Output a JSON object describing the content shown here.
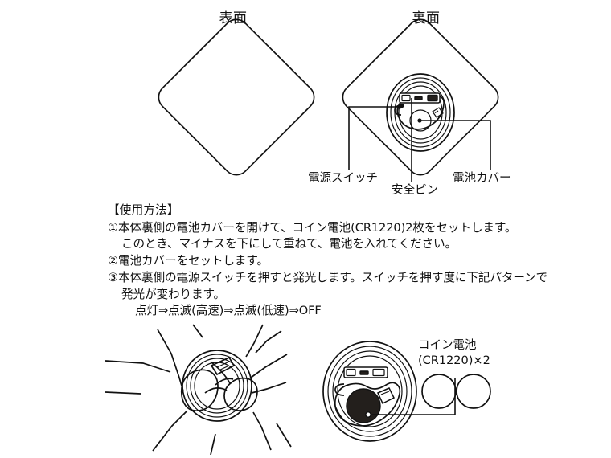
{
  "document": {
    "language": "ja",
    "kind": "product-instruction-sheet"
  },
  "top_section": {
    "front_heading": "表面",
    "back_heading": "裏面",
    "callouts": {
      "power_switch": "電源スイッチ",
      "safety_pin": "安全ピン",
      "battery_cover": "電池カバー"
    }
  },
  "instructions": {
    "heading": "【使用方法】",
    "steps": [
      "①本体裏側の電池カバーを開けて、コイン電池(CR1220)2枚をセットします。",
      "このとき、マイナスを下にして重ねて、電池を入れてください。",
      "②電池カバーをセットします。",
      "③本体裏側の電源スイッチを押すと発光します。スイッチを押す度に下記パターンで",
      "発光が変わります。",
      "点灯⇒点滅(高速)⇒点滅(低速)⇒OFF"
    ],
    "step1_line1": "①本体裏側の電池カバーを開けて、コイン電池(CR1220)2枚をセットします。",
    "step1_line2": "このとき、マイナスを下にして重ねて、電池を入れてください。",
    "step2_line1": "②電池カバーをセットします。",
    "step3_line1": "③本体裏側の電源スイッチを押すと発光します。スイッチを押す度に下記パターンで",
    "step3_line2": "発光が変わります。",
    "pattern_line": "点灯⇒点滅(高速)⇒点滅(低速)⇒OFF"
  },
  "bottom_section": {
    "coin_battery_label_line1": "コイン電池",
    "coin_battery_label_line2": "(CR1220)×2",
    "coin_battery_count": 2
  },
  "colors": {
    "line": "#111111",
    "paper": "#ffffff",
    "battery_fill": "#231f1c"
  }
}
